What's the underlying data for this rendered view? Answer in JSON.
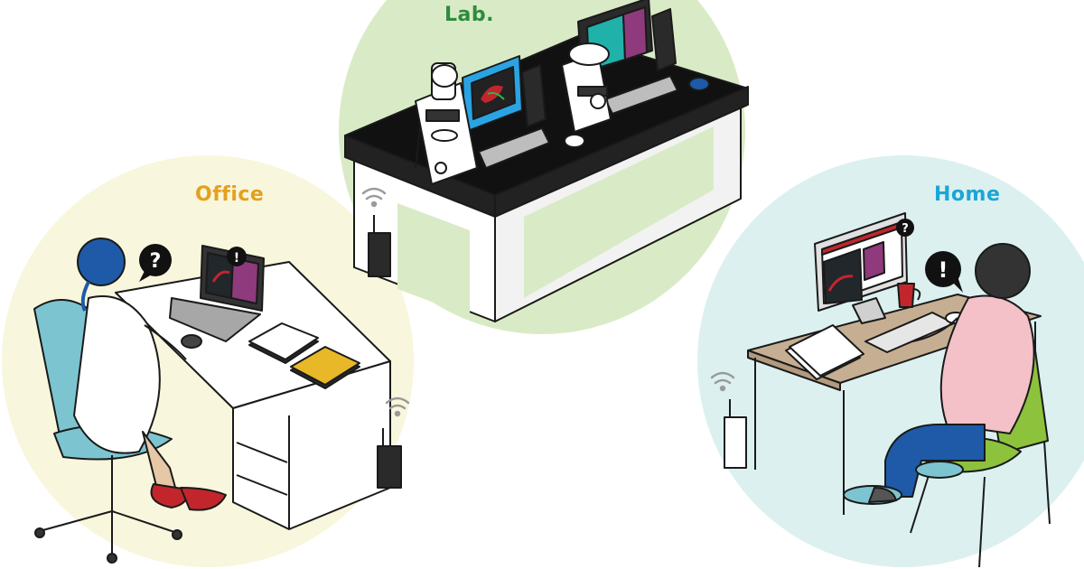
{
  "zones": {
    "lab": {
      "label": "Lab.",
      "color": "#2e8b3d",
      "bg": "#d9ebc6"
    },
    "office": {
      "label": "Office",
      "color": "#e3a11f",
      "bg": "#f8f6dc"
    },
    "home": {
      "label": "Home",
      "color": "#1ba7d6",
      "bg": "#dcf0f0"
    }
  },
  "bubbles": {
    "office_person": "?",
    "office_laptop": "!",
    "home_person": "!",
    "home_monitor": "?"
  }
}
